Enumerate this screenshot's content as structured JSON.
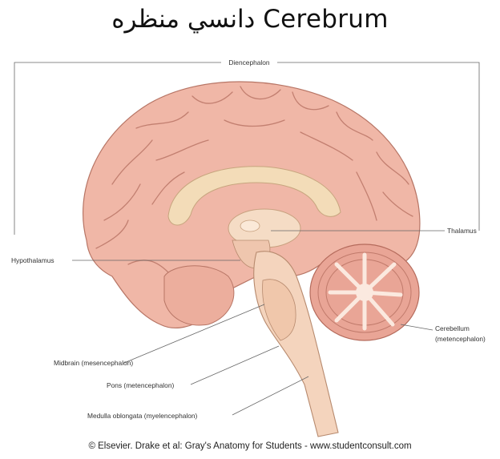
{
  "title": "دانسي منظره Cerebrum",
  "labels": {
    "diencephalon": "Diencephalon",
    "thalamus": "Thalamus",
    "hypothalamus": "Hypothalamus",
    "cerebellum_1": "Cerebellum",
    "cerebellum_2": "(metencephalon)",
    "midbrain": "Midbrain (mesencephalon)",
    "pons": "Pons (metencephalon)",
    "medulla": "Medulla oblongata (myelencephalon)"
  },
  "credit": "© Elsevier. Drake et al: Gray's Anatomy for Students - www.studentconsult.com",
  "colors": {
    "cortex": "#f0b7a7",
    "gyrus_line": "#c27f70",
    "corpus_callosum": "#f3dcb8",
    "brainstem": "#f4d4bd",
    "cerebellum": "#e9a596",
    "arbor_vitae": "#fbe9df",
    "leader_line": "#666666"
  }
}
